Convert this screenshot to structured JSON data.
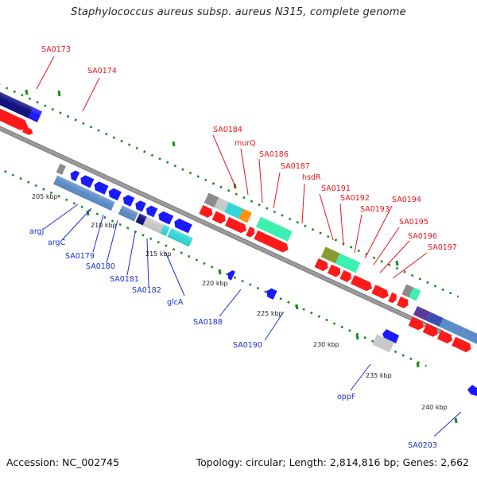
{
  "title": "Staphylococcus aureus subsp. aureus N315, complete genome",
  "footer": {
    "accession": "Accession: NC_002745",
    "summary": "Topology: circular; Length: 2,814,816 bp; Genes: 2,662"
  },
  "colors": {
    "backbone": "#9a9a9a",
    "forward_cds": "#ff1a1a",
    "reverse_cds": "#1a1aff",
    "tick_marks": "#1a8a1a",
    "cog_steelblue": "#5b8cc8",
    "cog_cyan": "#34d6d6",
    "cog_mint": "#3cf0b0",
    "cog_orange": "#ff9010",
    "cog_olive": "#8a9a30",
    "cog_navy": "#101080",
    "cog_gray": "#8c8c8c",
    "cog_lightgray": "#c8c8c8",
    "label_forward": "#e8141a",
    "label_reverse": "#1c2fcf"
  },
  "forward_gene_labels": [
    "SA0173",
    "SA0174",
    "SA0184",
    "murQ",
    "SA0186",
    "SA0187",
    "hsdR",
    "SA0191",
    "SA0192",
    "SA0193",
    "SA0194",
    "SA0195",
    "SA0196",
    "SA0197"
  ],
  "reverse_gene_labels": [
    "argJ",
    "argC",
    "SA0179",
    "SA0180",
    "SA0181",
    "SA0182",
    "glcA",
    "SA0188",
    "SA0190",
    "oppF",
    "SA0203"
  ],
  "position_labels": [
    "205 kbp",
    "210 kbp",
    "215 kbp",
    "220 kbp",
    "225 kbp",
    "230 kbp",
    "235 kbp",
    "240 kbp"
  ]
}
